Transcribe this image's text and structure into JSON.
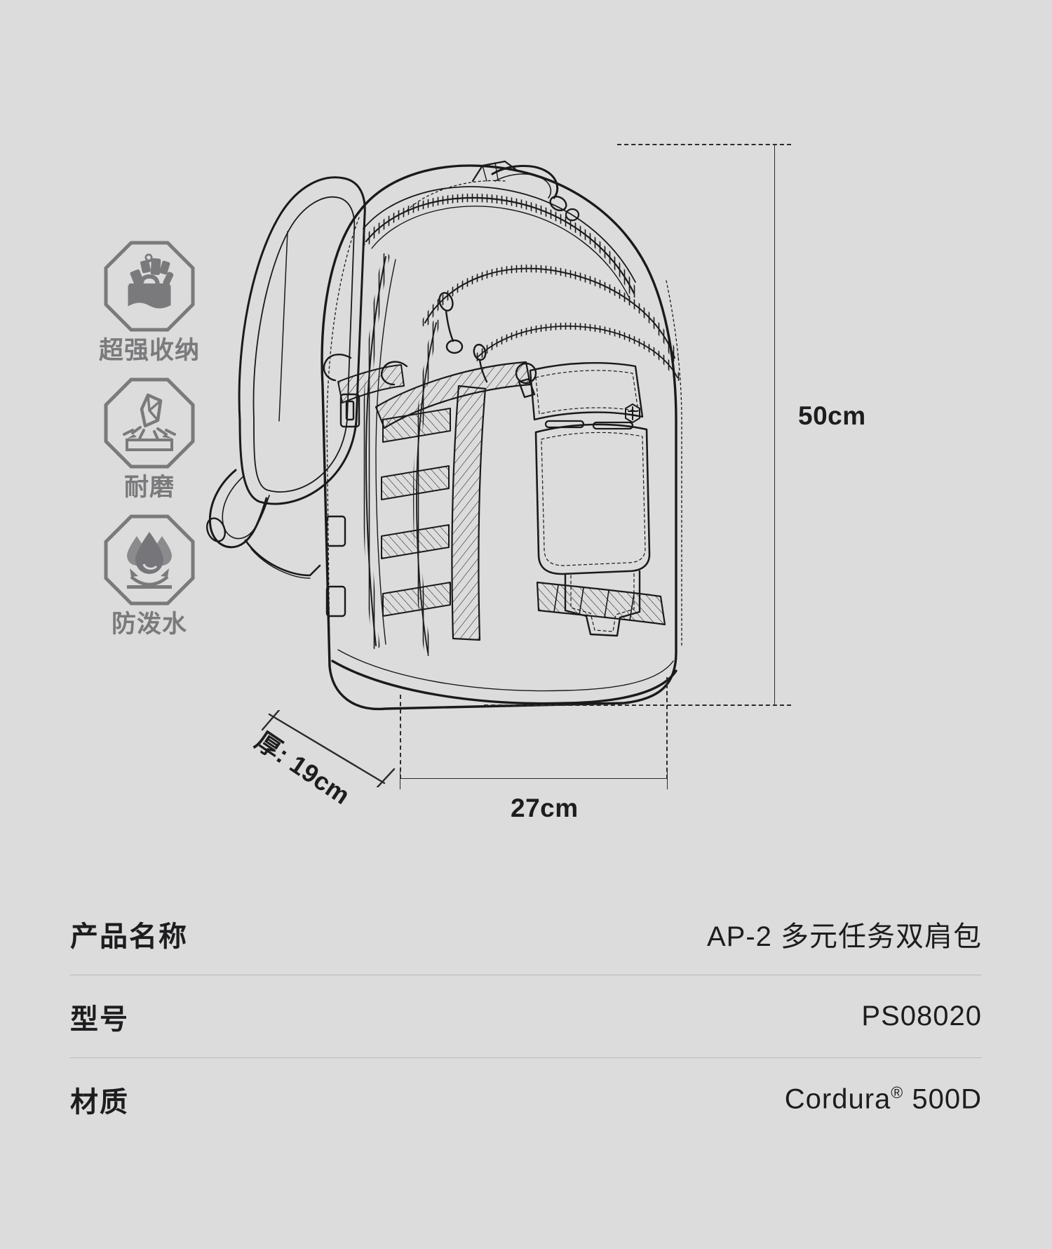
{
  "background_color": "#dcdcdc",
  "features": [
    {
      "icon": "storage-bag-icon",
      "label": "超强收纳"
    },
    {
      "icon": "abrasion-resistant-icon",
      "label": "耐磨"
    },
    {
      "icon": "water-repellent-icon",
      "label": "防泼水"
    }
  ],
  "illustration": {
    "name": "backpack-technical-drawing",
    "alt": "AP-2 backpack line drawing three-quarter view"
  },
  "dimensions": {
    "height_label": "50cm",
    "width_label": "27cm",
    "depth_label": "厚: 19cm"
  },
  "spec_table": {
    "rows": [
      {
        "key": "产品名称",
        "value": "AP-2 多元任务双肩包"
      },
      {
        "key": "型号",
        "value": "PS08020"
      },
      {
        "key": "材质",
        "value_prefix": "Cordura",
        "value_sup": "®",
        "value_suffix": " 500D"
      }
    ]
  },
  "colors": {
    "badge_stroke": "#7a7a7c",
    "text_dark": "#1d1d1f",
    "rule": "#b9b9b9",
    "line_art": "#1a1a1a"
  }
}
